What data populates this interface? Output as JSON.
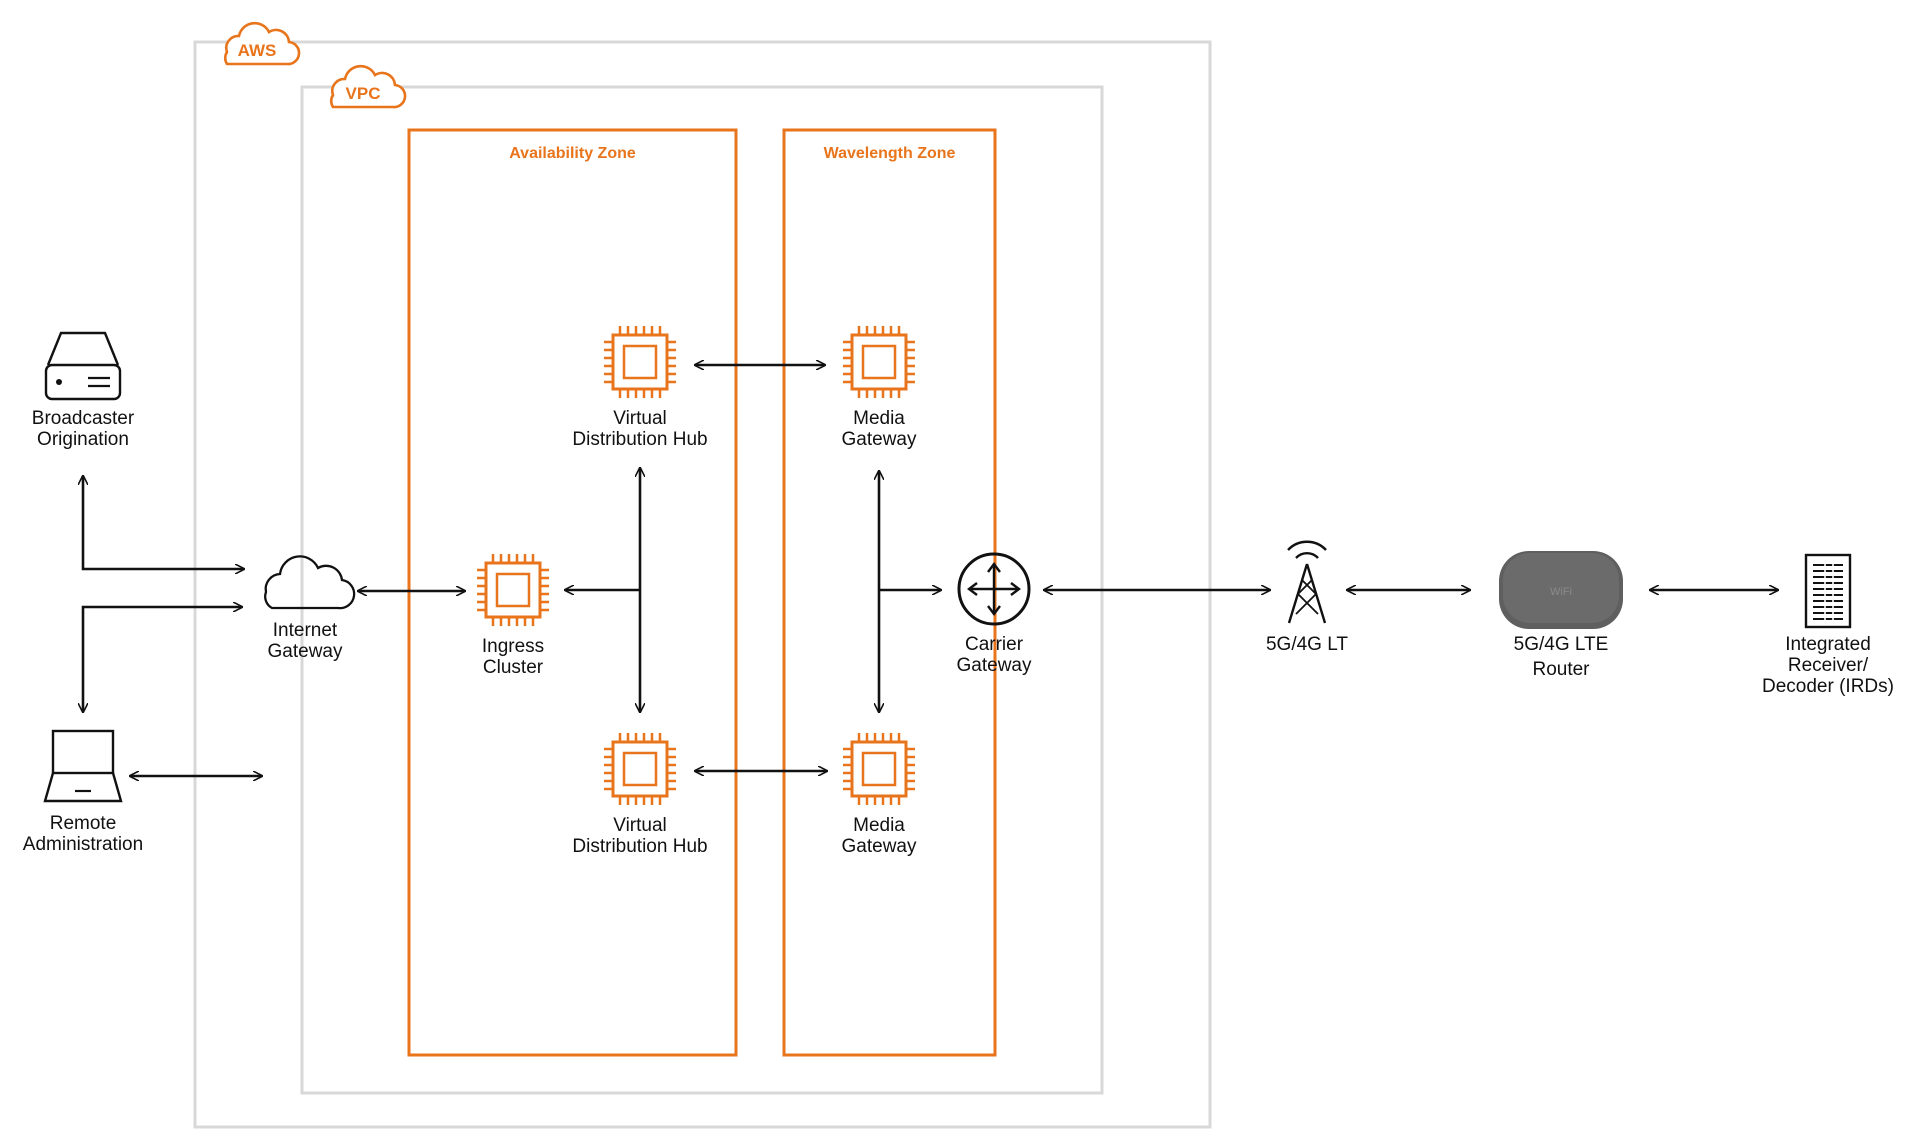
{
  "colors": {
    "aws_orange": "#e8741c",
    "container_gray": "#d8d8d8",
    "line_black": "#111111",
    "router_gray": "#666666"
  },
  "containers": {
    "aws": {
      "badge": "AWS"
    },
    "vpc": {
      "badge": "VPC"
    },
    "availability_zone": {
      "title": "Availability Zone"
    },
    "wavelength_zone": {
      "title": "Wavelength Zone"
    }
  },
  "nodes": {
    "broadcaster": {
      "icon": "server-icon",
      "lines": [
        "Broadcaster",
        "Origination"
      ]
    },
    "remote_admin": {
      "icon": "laptop-icon",
      "lines": [
        "Remote",
        "Administration"
      ]
    },
    "internet_gateway": {
      "icon": "cloud-icon",
      "lines": [
        "Internet",
        "Gateway"
      ]
    },
    "ingress_cluster": {
      "icon": "chip-icon",
      "lines": [
        "Ingress",
        "Cluster"
      ]
    },
    "vdh_top": {
      "icon": "chip-icon",
      "lines": [
        "Virtual",
        "Distribution Hub"
      ]
    },
    "vdh_bottom": {
      "icon": "chip-icon",
      "lines": [
        "Virtual",
        "Distribution Hub"
      ]
    },
    "media_gw_top": {
      "icon": "chip-icon",
      "lines": [
        "Media",
        "Gateway"
      ]
    },
    "media_gw_bottom": {
      "icon": "chip-icon",
      "lines": [
        "Media",
        "Gateway"
      ]
    },
    "carrier_gateway": {
      "icon": "router-circle-icon",
      "lines": [
        "Carrier",
        "Gateway"
      ]
    },
    "cell_tower": {
      "icon": "cell-tower-icon",
      "lines": [
        "5G/4G LT"
      ]
    },
    "lte_router": {
      "icon": "hotspot-router-icon",
      "device_text": "WiFi",
      "lines": [
        "5G/4G LTE",
        "Router"
      ]
    },
    "ird": {
      "icon": "decoder-rack-icon",
      "lines": [
        "Integrated",
        "Receiver/",
        "Decoder (IRDs)"
      ]
    }
  }
}
